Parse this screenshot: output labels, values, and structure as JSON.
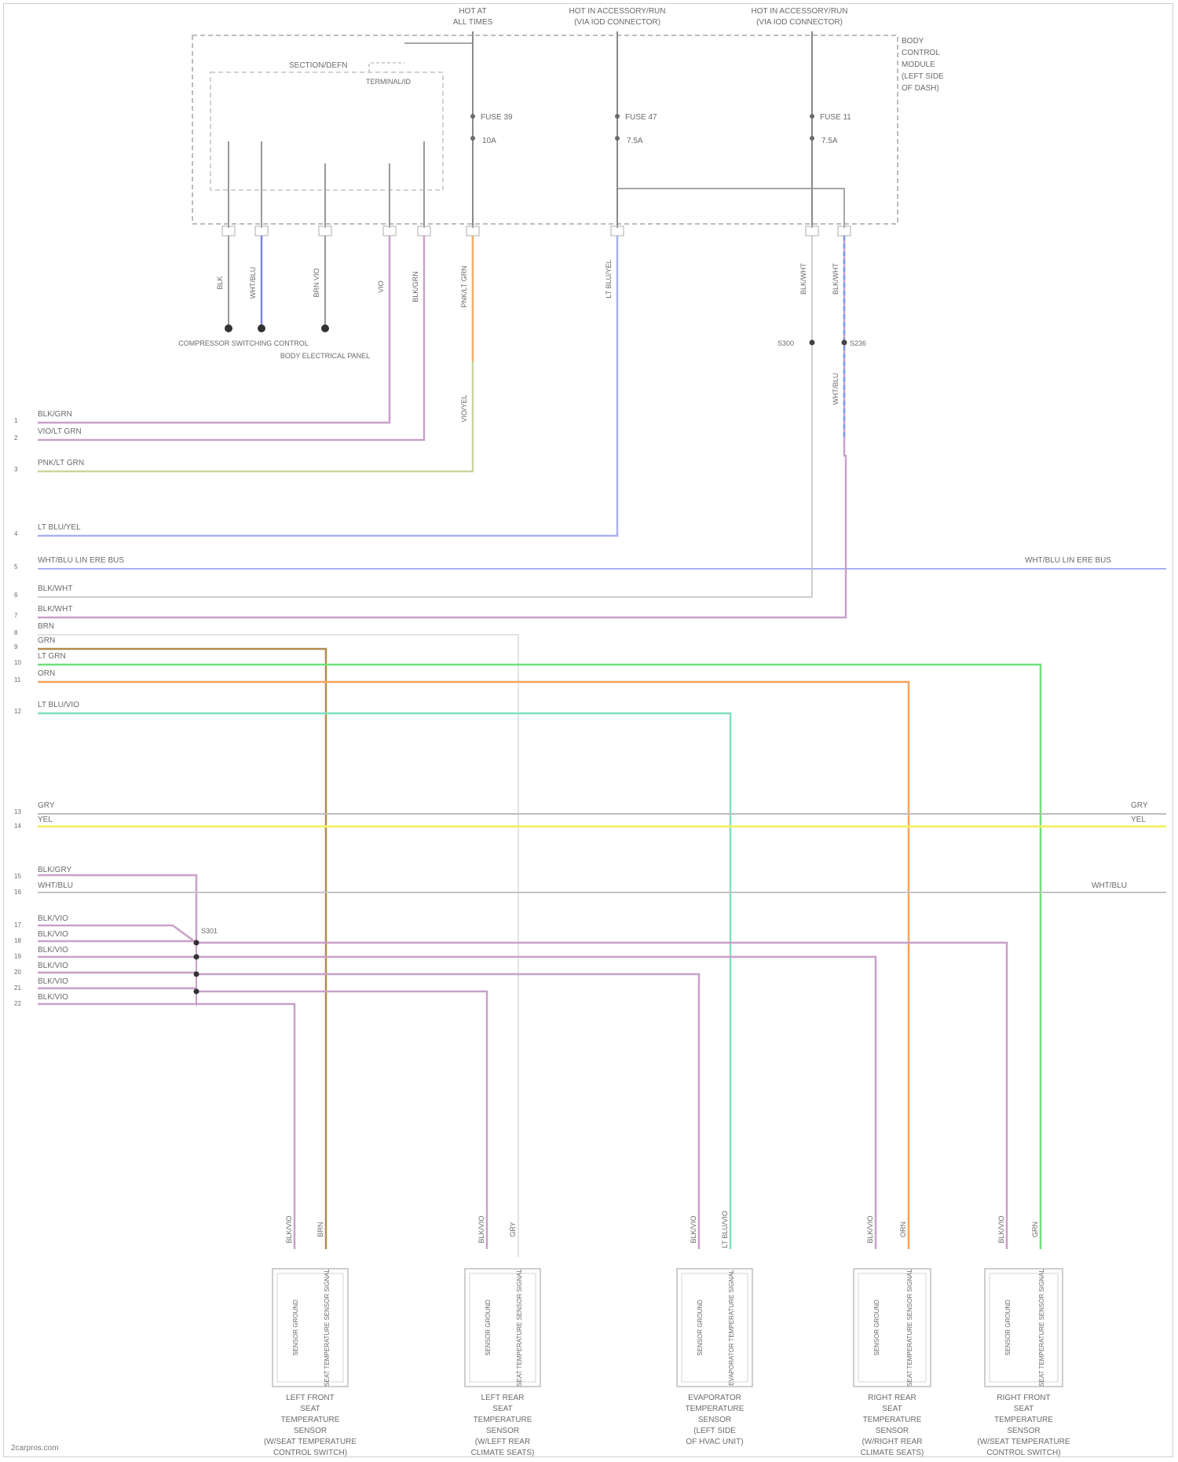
{
  "diagram": {
    "power_sources": [
      {
        "id": "hot-at-all-times",
        "line1": "HOT AT",
        "line2": "ALL TIMES"
      },
      {
        "id": "hot-acc-run-1",
        "line1": "HOT IN ACCESSORY/RUN",
        "line2": "(VIA IOD CONNECTOR)"
      },
      {
        "id": "hot-acc-run-2",
        "line1": "HOT IN ACCESSORY/RUN",
        "line2": "(VIA IOD CONNECTOR)"
      }
    ],
    "module_label": [
      "BODY",
      "CONTROL",
      "MODULE",
      "(LEFT SIDE",
      "OF DASH)"
    ],
    "inner_box_label": "SECTION/DEFN",
    "inner_box_sublabel": "TERMINAL/ID",
    "fuses": [
      {
        "name": "FUSE 39",
        "rating": "10A"
      },
      {
        "name": "FUSE 47",
        "rating": "7.5A"
      },
      {
        "name": "FUSE 11",
        "rating": "7.5A"
      }
    ],
    "grounds": [
      {
        "label": "COMPRESSOR SWITCHING CONTROL"
      },
      {
        "label": "BODY ELECTRICAL PANEL"
      }
    ],
    "splices": [
      "S300",
      "S236"
    ],
    "left_wires": [
      "BLK/GRN",
      "VIO/LT GRN",
      "PNK/LT GRN",
      "LT BLU/YEL",
      "WHT/BLU   LIN ERE BUS",
      "BLK/WHT",
      "BLK/WHT",
      "BRN",
      "GRN",
      "LT GRN",
      "ORN",
      "LT BLU/VIO",
      "GRY",
      "YEL",
      "BLK/GRY",
      "WHT/BLU",
      "BLK/VIO",
      "BLK/VIO",
      "BLK/VIO",
      "BLK/VIO",
      "BLK/VIO",
      "BLK/VIO"
    ],
    "right_wires": [
      "WHT/BLU   LIN ERE BUS",
      "GRY",
      "YEL",
      "WHT/BLU"
    ],
    "vertical_wire_labels": [
      "BLK",
      "WHT/BLU",
      "BRN VIO",
      "VIO",
      "BLK/GRN",
      "PNK/LT GRN",
      "VIO/YEL",
      "LT BLU/YEL",
      "BLK/WHT",
      "BLK/WHT",
      "WHT/BLU"
    ],
    "splice_bus_label": "S301",
    "sensors": [
      {
        "line1": "LEFT FRONT",
        "line2": "SEAT",
        "line3": "TEMPERATURE",
        "line4": "SENSOR",
        "line5": "(W/SEAT TEMPERATURE",
        "line6": "CONTROL SWITCH)"
      },
      {
        "line1": "LEFT REAR",
        "line2": "SEAT",
        "line3": "TEMPERATURE",
        "line4": "SENSOR",
        "line5": "(W/LEFT REAR",
        "line6": "CLIMATE SEATS)"
      },
      {
        "line1": "EVAPORATOR",
        "line2": "TEMPERATURE",
        "line3": "SENSOR",
        "line4": "(LEFT SIDE",
        "line5": "OF HVAC UNIT)",
        "line6": ""
      },
      {
        "line1": "RIGHT REAR",
        "line2": "SEAT",
        "line3": "TEMPERATURE",
        "line4": "SENSOR",
        "line5": "(W/RIGHT REAR",
        "line6": "CLIMATE SEATS)"
      },
      {
        "line1": "RIGHT FRONT",
        "line2": "SEAT",
        "line3": "TEMPERATURE",
        "line4": "SENSOR",
        "line5": "(W/SEAT TEMPERATURE",
        "line6": "CONTROL SWITCH)"
      }
    ],
    "sensor_pin_labels": [
      [
        "SENSOR GROUND",
        "SEAT TEMPERATURE SENSOR SIGNAL"
      ],
      [
        "SENSOR GROUND",
        "SEAT TEMPERATURE SENSOR SIGNAL"
      ],
      [
        "SENSOR GROUND",
        "EVAPORATOR TEMPERATURE SIGNAL"
      ],
      [
        "SENSOR GROUND",
        "SEAT TEMPERATURE SENSOR SIGNAL"
      ],
      [
        "SENSOR GROUND",
        "SEAT TEMPERATURE SENSOR SIGNAL"
      ]
    ],
    "sensor_wire_tags": [
      [
        "BLK/VIO",
        "BRN"
      ],
      [
        "BLK/VIO",
        "GRY"
      ],
      [
        "BLK/VIO",
        "LT BLU/VIO"
      ],
      [
        "BLK/VIO",
        "ORN"
      ],
      [
        "BLK/VIO",
        "GRN"
      ]
    ],
    "wire_colors": {
      "violet": "#c9a0c9",
      "green": "#6fe07a",
      "orange": "#f5a35a",
      "lightgreen": "#7fe0c3",
      "yellow": "#f2f06a",
      "blue": "#9aa4f0",
      "brown": "#b08a50",
      "gray": "#bdbdbd",
      "darkgray": "#8a8a8a"
    },
    "footer": "2carpros.com"
  }
}
